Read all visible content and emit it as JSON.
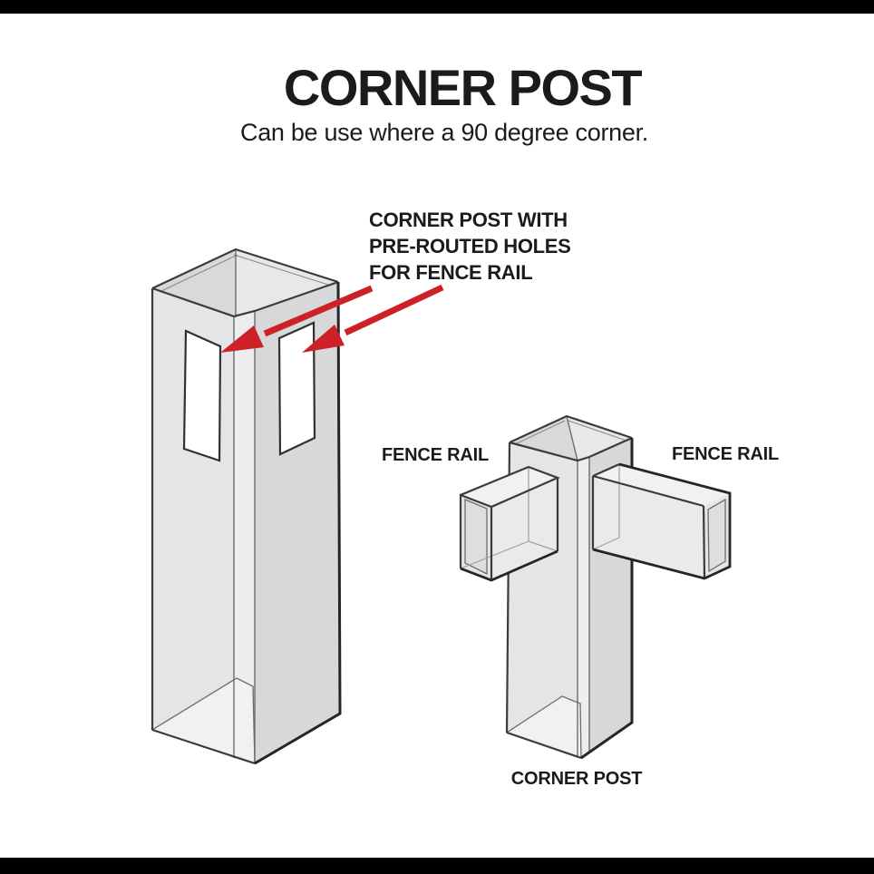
{
  "header": {
    "title": "CORNER POST",
    "subtitle": "Can be use where a 90 degree corner."
  },
  "annotation": {
    "line1": "CORNER POST WITH",
    "line2": "PRE-ROUTED HOLES",
    "line3": "FOR FENCE RAIL"
  },
  "labels": {
    "fence_rail_left": "FENCE RAIL",
    "fence_rail_right": "FENCE RAIL",
    "corner_post": "CORNER POST"
  },
  "colors": {
    "background": "#FFFFFF",
    "letterbox": "#000000",
    "text": "#1B1B1C",
    "arrow": "#CE2127",
    "outline_main": "#3A3B3D",
    "outline_heavy": "#242527",
    "outline_thin": "#6B6C6E",
    "outline_faint": "#A0A1A3",
    "rim_inset": "#8A8B8D",
    "hole_stroke": "#303133",
    "hole_fill": "#FFFFFF",
    "face_top_left": "#D7D9DA",
    "face_top_right": "#E7E8EA",
    "face_sw": "#E3E5E6",
    "face_se": "#D6D8D9",
    "face_chamfer": "#ECEDEE",
    "face_floor": "#F0F1F2",
    "rail_top": "#F0F1F2",
    "rail_side": "#E9EAEC",
    "rail_cap": "#E3E5E6",
    "rail_cap_inner": "#DCDEE0"
  }
}
